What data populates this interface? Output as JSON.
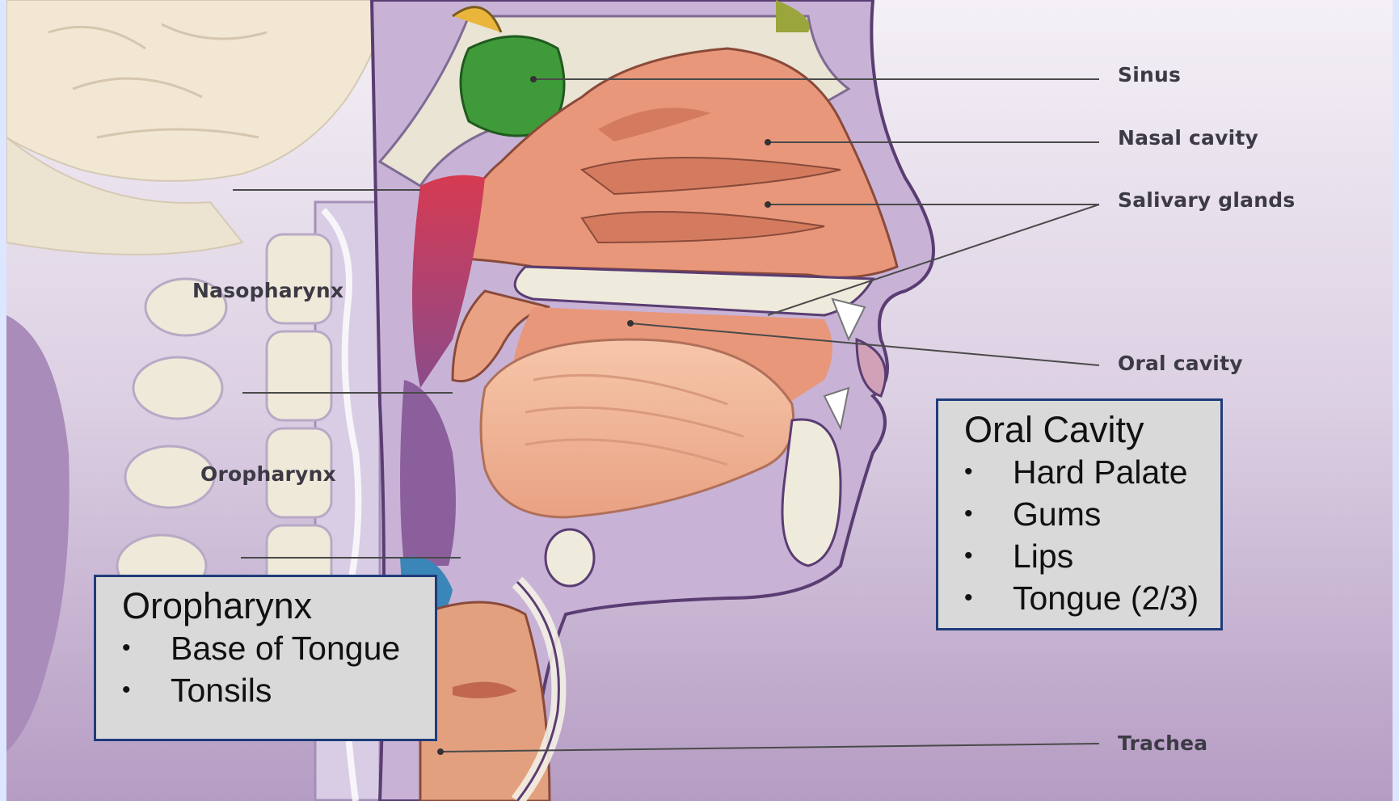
{
  "labels": {
    "sinus": "Sinus",
    "nasal_cavity": "Nasal cavity",
    "salivary_glands": "Salivary glands",
    "oral_cavity": "Oral cavity",
    "trachea": "Trachea",
    "nasopharynx": "Nasopharynx",
    "oropharynx": "Oropharynx"
  },
  "oral_box": {
    "title": "Oral Cavity",
    "bullet": "•",
    "items": [
      "Hard Palate",
      "Gums",
      "Lips",
      "Tongue (2/3)"
    ]
  },
  "oro_box": {
    "title": "Oropharynx",
    "bullet": "•",
    "items": [
      "Base of Tongue",
      "Tonsils"
    ]
  },
  "colors": {
    "background_frame": "#dde6ff",
    "tissue_purple": "#c9b5d6",
    "flesh": "#e8977a",
    "sinus_green": "#3f9a3a",
    "box_fill": "#d9d9d9",
    "box_border": "#1f3c7a"
  }
}
